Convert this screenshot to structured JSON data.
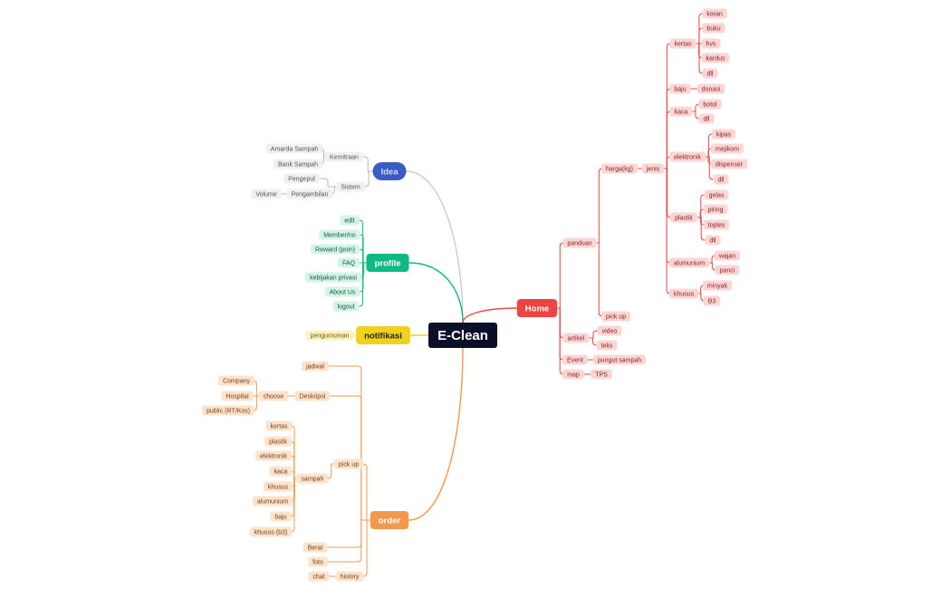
{
  "colors": {
    "idea": "#3b5cc2",
    "profile": "#10b981",
    "notif": "#f0d21e",
    "order": "#f3984d",
    "home": "#ef4444",
    "root": "#0a0f2a"
  },
  "root": {
    "label": "E-Clean"
  },
  "branches": {
    "idea": {
      "label": "Idea",
      "kemitraan": "Kemitraan",
      "amarda": "Amarda Sampah",
      "bank": "Bank Sampah",
      "sistem": "Sistem",
      "pengepul": "Pengepul",
      "pengambilan": "Pengambilan",
      "volume": "Volume"
    },
    "profile": {
      "label": "profile",
      "items": [
        "edit",
        "Member/no",
        "Reward (poin)",
        "FAQ",
        "kebijakan privasi",
        "About Us",
        "logout"
      ]
    },
    "notifikasi": {
      "label": "notifikasi",
      "pengumuman": "pengumuman"
    },
    "order": {
      "label": "order",
      "jadwal": "jadwal",
      "deskripsi": "Deskripsi",
      "choose": "choose",
      "company": "Company",
      "hospital": "Hospital",
      "public": "public (RT/Kos)",
      "pickup": "pick up",
      "sampah": "sampah",
      "sampah_items": [
        "kertas",
        "plastik",
        "elektronik",
        "kaca",
        "khusus",
        "alumunium",
        "baju",
        "khusus (b3)"
      ],
      "berat": "Berat",
      "foto": "foto",
      "history": "history",
      "chat": "chat"
    },
    "home": {
      "label": "Home",
      "panduan": "panduan",
      "harga": "harga(kg)",
      "jenis": "jenis",
      "kertas": "kertas",
      "kertas_items": [
        "koran",
        "buku",
        "hvs",
        "kardus",
        "dll"
      ],
      "baju": "baju",
      "donasi": "donasi",
      "kaca": "kaca",
      "kaca_items": [
        "botol",
        "dll"
      ],
      "elektronik": "elektronik",
      "elektronik_items": [
        "kipas",
        "mejikom",
        "dispenser",
        "dll"
      ],
      "plastik": "plastik",
      "plastik_items": [
        "gelas",
        "piring",
        "toples",
        "dll"
      ],
      "alumunium": "alumunium",
      "alumunium_items": [
        "wajan",
        "panci"
      ],
      "khusus": "khusus",
      "khusus_items": [
        "minyak",
        "B3"
      ],
      "pickup": "pick up",
      "artikel": "artikel",
      "video": "video",
      "teks": "teks",
      "event": "Event",
      "pungut": "pungut sampah",
      "map": "map",
      "tps": "TPS"
    }
  }
}
